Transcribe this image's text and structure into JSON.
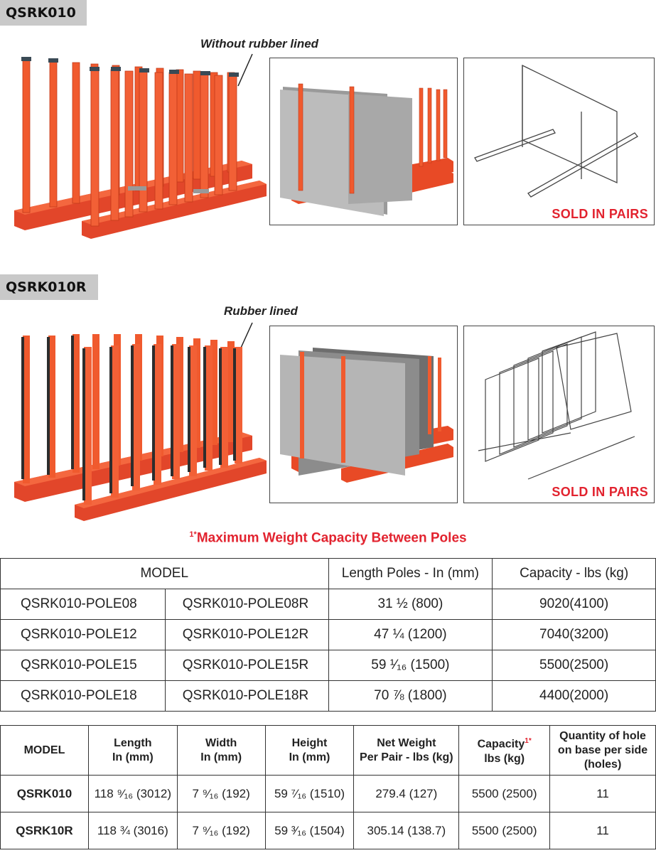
{
  "section1": {
    "tag": "QSRK010",
    "callout": "Without rubber lined",
    "sold_label": "SOLD IN PAIRS"
  },
  "section2": {
    "tag": "QSRK010R",
    "callout": "Rubber lined",
    "sold_label": "SOLD IN PAIRS"
  },
  "capacity_note": {
    "marker": "1*",
    "text": "Maximum Weight Capacity Between Poles"
  },
  "poles_table": {
    "headers": [
      "MODEL",
      "Length Poles - In (mm)",
      "Capacity - lbs (kg)"
    ],
    "rows": [
      {
        "model": "QSRK010-POLE08",
        "model_r": "QSRK010-POLE08R",
        "length": "31 ½ (800)",
        "capacity": "9020(4100)"
      },
      {
        "model": "QSRK010-POLE12",
        "model_r": "QSRK010-POLE12R",
        "length": "47 ¼ (1200)",
        "capacity": "7040(3200)"
      },
      {
        "model": "QSRK010-POLE15",
        "model_r": "QSRK010-POLE15R",
        "length": "59 ¹⁄₁₆ (1500)",
        "capacity": "5500(2500)"
      },
      {
        "model": "QSRK010-POLE18",
        "model_r": "QSRK010-POLE18R",
        "length": "70 ⅞ (1800)",
        "capacity": "4400(2000)"
      }
    ]
  },
  "spec_table": {
    "headers": {
      "model": "MODEL",
      "length_1": "Length",
      "length_2": "In (mm)",
      "width_1": "Width",
      "width_2": "In (mm)",
      "height_1": "Height",
      "height_2": "In (mm)",
      "weight_1": "Net Weight",
      "weight_2": "Per Pair - lbs (kg)",
      "capacity_1": "Capacity",
      "capacity_marker": "1*",
      "capacity_2": "lbs (kg)",
      "holes_1": "Quantity of hole",
      "holes_2": "on base per side",
      "holes_3": "(holes)"
    },
    "rows": [
      {
        "model": "QSRK010",
        "length": "118 ⁹⁄₁₆ (3012)",
        "width": "7 ⁹⁄₁₆ (192)",
        "height": "59 ⁷⁄₁₆ (1510)",
        "weight": "279.4 (127)",
        "capacity": "5500 (2500)",
        "holes": "11"
      },
      {
        "model": "QSRK10R",
        "length": "118 ¾ (3016)",
        "width": "7 ⁹⁄₁₆ (192)",
        "height": "59 ³⁄₁₆ (1504)",
        "weight": "305.14 (138.7)",
        "capacity": "5500 (2500)",
        "holes": "11"
      }
    ]
  }
}
